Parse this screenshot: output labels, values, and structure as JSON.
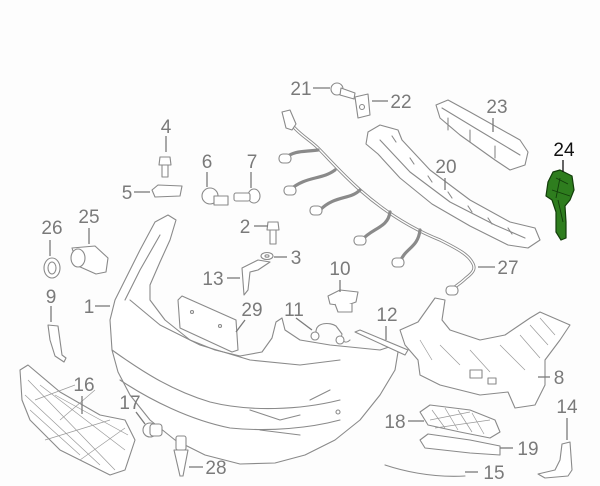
{
  "diagram": {
    "title": "Front bumper assembly exploded view",
    "highlighted_part": "24",
    "highlight_color": "#2e7d1e",
    "line_color": "#8a8a8a",
    "callouts": [
      {
        "id": "1",
        "label": "1",
        "part": "bumper-cover"
      },
      {
        "id": "2",
        "label": "2",
        "part": "bolt"
      },
      {
        "id": "3",
        "label": "3",
        "part": "washer"
      },
      {
        "id": "4",
        "label": "4",
        "part": "bolt"
      },
      {
        "id": "5",
        "label": "5",
        "part": "clip-nut"
      },
      {
        "id": "6",
        "label": "6",
        "part": "retainer"
      },
      {
        "id": "7",
        "label": "7",
        "part": "screw"
      },
      {
        "id": "8",
        "label": "8",
        "part": "side-bracket"
      },
      {
        "id": "9",
        "label": "9",
        "part": "bracket"
      },
      {
        "id": "10",
        "label": "10",
        "part": "cover"
      },
      {
        "id": "11",
        "label": "11",
        "part": "clip"
      },
      {
        "id": "12",
        "label": "12",
        "part": "trim-strip"
      },
      {
        "id": "13",
        "label": "13",
        "part": "bracket"
      },
      {
        "id": "14",
        "label": "14",
        "part": "bracket"
      },
      {
        "id": "15",
        "label": "15",
        "part": "molding"
      },
      {
        "id": "16",
        "label": "16",
        "part": "grille"
      },
      {
        "id": "17",
        "label": "17",
        "part": "park-sensor"
      },
      {
        "id": "18",
        "label": "18",
        "part": "fog-grille"
      },
      {
        "id": "19",
        "label": "19",
        "part": "trim"
      },
      {
        "id": "20",
        "label": "20",
        "part": "absorber"
      },
      {
        "id": "21",
        "label": "21",
        "part": "screw"
      },
      {
        "id": "22",
        "label": "22",
        "part": "nut"
      },
      {
        "id": "23",
        "label": "23",
        "part": "reinforcement"
      },
      {
        "id": "24",
        "label": "24",
        "part": "support-bracket"
      },
      {
        "id": "25",
        "label": "25",
        "part": "park-sensor"
      },
      {
        "id": "26",
        "label": "26",
        "part": "sensor-ring"
      },
      {
        "id": "27",
        "label": "27",
        "part": "wiring-harness"
      },
      {
        "id": "28",
        "label": "28",
        "part": "sensor"
      },
      {
        "id": "29",
        "label": "29",
        "part": "license-bracket"
      }
    ]
  }
}
